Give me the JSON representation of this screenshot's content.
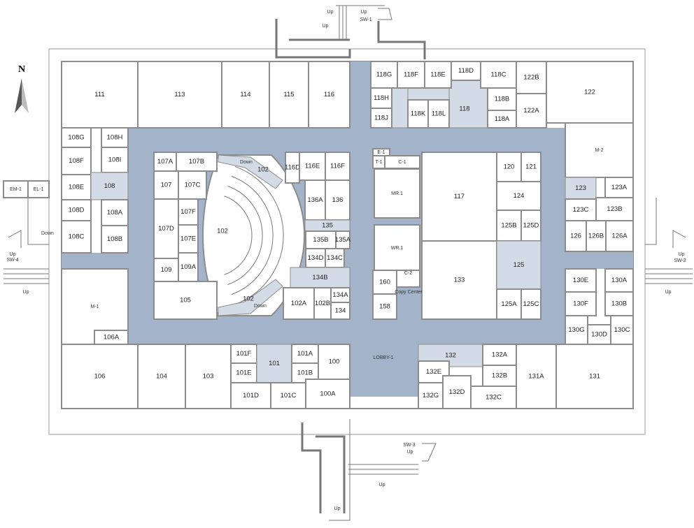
{
  "north_label": "N",
  "rooms": [
    "111",
    "113",
    "114",
    "115",
    "116",
    "118G",
    "118F",
    "118E",
    "118D",
    "118C",
    "118H",
    "118J",
    "118K",
    "118L",
    "118B",
    "118A",
    "122B",
    "122A",
    "122",
    "M-2",
    "123",
    "123A",
    "123C",
    "123B",
    "126",
    "126B",
    "126A",
    "130E",
    "130A",
    "130F",
    "130B",
    "130G",
    "130D",
    "130C",
    "108G",
    "108H",
    "108F",
    "108I",
    "108E",
    "108",
    "108D",
    "108A",
    "108C",
    "108B",
    "M-1",
    "106A",
    "106",
    "104",
    "103",
    "101F",
    "101E",
    "101",
    "101A",
    "101B",
    "101D",
    "101C",
    "100",
    "100A",
    "132",
    "132E",
    "132A",
    "132B",
    "132G",
    "132D",
    "132C",
    "131A",
    "131",
    "107A",
    "107B",
    "107",
    "107C",
    "107D",
    "107F",
    "107E",
    "109",
    "109A",
    "105",
    "116D",
    "116E",
    "116F",
    "136A",
    "136",
    "135",
    "135B",
    "135A",
    "134D",
    "134C",
    "134B",
    "102A",
    "102B",
    "134A",
    "134",
    "E-1",
    "T-1",
    "C-1",
    "MR.1",
    "WR.1",
    "160",
    "158",
    "C-2",
    "117",
    "133",
    "120",
    "121",
    "124",
    "125B",
    "125D",
    "125",
    "125A",
    "125C",
    "EM-1",
    "EL-1"
  ],
  "extra": {
    "shaded_118": "118",
    "theater": "102",
    "stair_top": "102",
    "stair_bottom": "102",
    "lobby": "LOBBY-1",
    "copy_center": "Copy Center"
  },
  "stairs": {
    "sw1": "SW-1",
    "sw2": "SW-2",
    "sw3": "SW-3",
    "sw4": "SW-4",
    "up": "Up",
    "down": "Down"
  }
}
